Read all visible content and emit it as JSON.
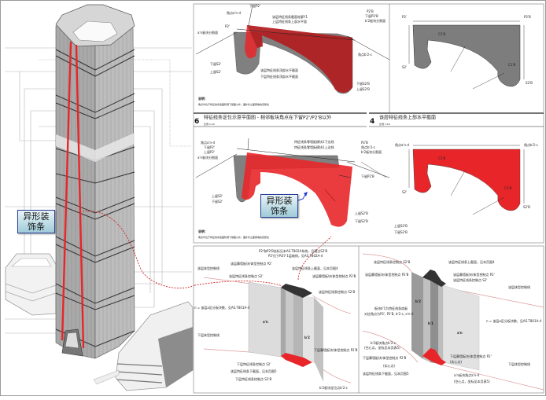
{
  "callout_label": "异形装\n饰条",
  "colors": {
    "accent_red": "#e8262a",
    "dark_red": "#8b1a1a",
    "gray": "#7a7a7a",
    "callout_border": "#2a3f9a"
  },
  "panel_top_left": {
    "labels": [
      "下留P2'",
      "角点a'n-d",
      "a'n板块分割面",
      "P2'",
      "该层特征线条截面轮廓Y1",
      "上层特征线条上部水平面",
      "P2'B",
      "下留P2'B",
      "b'2板块分割面",
      "角点b'2-c",
      "该层特征线条顶部水平截面",
      "下层特征线条顶部水平截面",
      "下留S2'",
      "上留S2'",
      "下留S2'B",
      "上留S2'B"
    ],
    "note_title": "说明：",
    "note": "角点均位于特征线条截面轮廓下留面以外，面补外立面幕墙的完整性"
  },
  "panel_top_right": {
    "labels": [
      "P2'",
      "P2'B",
      "S2'",
      "S2'B",
      "C1'B",
      "C1'B"
    ]
  },
  "section_6": {
    "number": "6",
    "title": "特征线条定位示意平面图 - 相邻板块角点在下留P2'/P2'B以外",
    "scale": "比例 1:10"
  },
  "section_4": {
    "number": "4",
    "title": "该层特征线条上部水平截面",
    "scale": "比例 1:10"
  },
  "panel_mid_left": {
    "labels": [
      "角点a'n-d",
      "下留P2'",
      "上留P2'",
      "a'n板块分割面",
      "特征线条零墙板模块1下边线",
      "特征线条零墙板模块1上边线",
      "P2'B",
      "角点b'2-c",
      "b'2板块分割面",
      "下留P2'B",
      "上留S2'",
      "下留S2'",
      "上留S2'B",
      "下留S2'B"
    ],
    "note_title": "说明：",
    "note": "角点均位于特征线条截面轮廓下留面以外，面补外立面幕墙的完整性"
  },
  "panel_mid_right": {
    "labels": [
      "角点a'n-d",
      "角点b'2-c",
      "C1'B",
      "C1'B",
      "S2'",
      "S2'B",
      "上留S2'B",
      "下留S2'B"
    ]
  },
  "panel_bottom_left": {
    "labels": [
      "P2'和P2'B坐标见本AS.T802A系统，且通过S2'B",
      "P2'位于R07-1层轴线，见AS.T802A-4",
      "该层体型控制线",
      "该层幕墙板块/体型控制点 P2'",
      "该层特征线条上截面，见本页图4",
      "该层特征线条控制点 S2'",
      "该层幕墙板块/体型控制点 P2'B",
      "该层特征线条控制点 S2'B",
      "n = 该层a区分板块数，见AS.T801A-4",
      "下层体型控制线",
      "下层幕墙板块/体型控制点 P2'B",
      "下层特征线条控制点 S2'",
      "该层特征线条下截面，见本页图5",
      "下层特征线条控制点 S2'B",
      "b'2板块定位点b'2-c"
    ],
    "panel_tags": [
      "a'n",
      "b'2"
    ]
  },
  "panel_bottom_right": {
    "labels": [
      "该层特征线条控制点 S2'B",
      "该层特征线条上截面，见本页图4",
      "该层幕墙板块/体型控制点 P2'B",
      "该层幕墙板块/体型控制点 P2'",
      "该层特征线条控制点 S2'",
      "该层体型控制线",
      "板块b'1为特征线条扇板",
      "对应角点为P2', P2'B, b'2-c, a'n-d",
      "n = 该层a区分板块数，见AS.T801A-4",
      "b'2板块角点b'2-c",
      "(空心点，坐标见本页表5)",
      "下层幕墙板块/体型控制点 P2'B",
      "(实心点)",
      "该层特征线条下截面，见本页图5",
      "下层幕墙板块/体型控制点 P2'",
      "(实心点)",
      "下层体型控制线",
      "a'n板块角点a'n-d",
      "(空心点，坐标见本页表5)"
    ],
    "panel_tags": [
      "b'2",
      "b'1",
      "a'n"
    ]
  }
}
